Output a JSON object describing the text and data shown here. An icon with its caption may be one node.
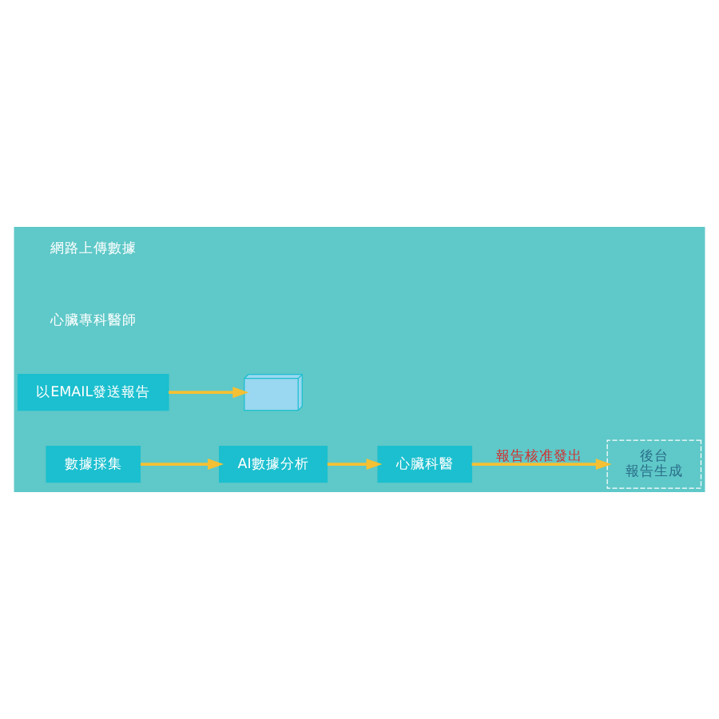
{
  "diagram": {
    "nodes": [
      {
        "text": [
          "後台",
          "報告生成"
        ]
      },
      {
        "text": [
          "以EMAIL發送報告"
        ]
      },
      {
        "text": [
          "數據採集"
        ]
      },
      {
        "text": [
          "AI數據分析"
        ]
      },
      {
        "text": [
          "心臟科醫"
        ]
      },
      {
        "text": [],
        "shape": "picture"
      }
    ],
    "edges": [
      {
        "from": 2,
        "to": 3,
        "arrow": "to"
      },
      {
        "from": 3,
        "to": 4,
        "arrow": "to"
      },
      {
        "from": 4,
        "to": 0,
        "arrow": "to",
        "label": "報告核准發出"
      },
      {
        "from": 1,
        "to": 5,
        "arrow": "to"
      }
    ],
    "labels": [
      "心臟專科醫師",
      "網路上傳數據"
    ]
  }
}
